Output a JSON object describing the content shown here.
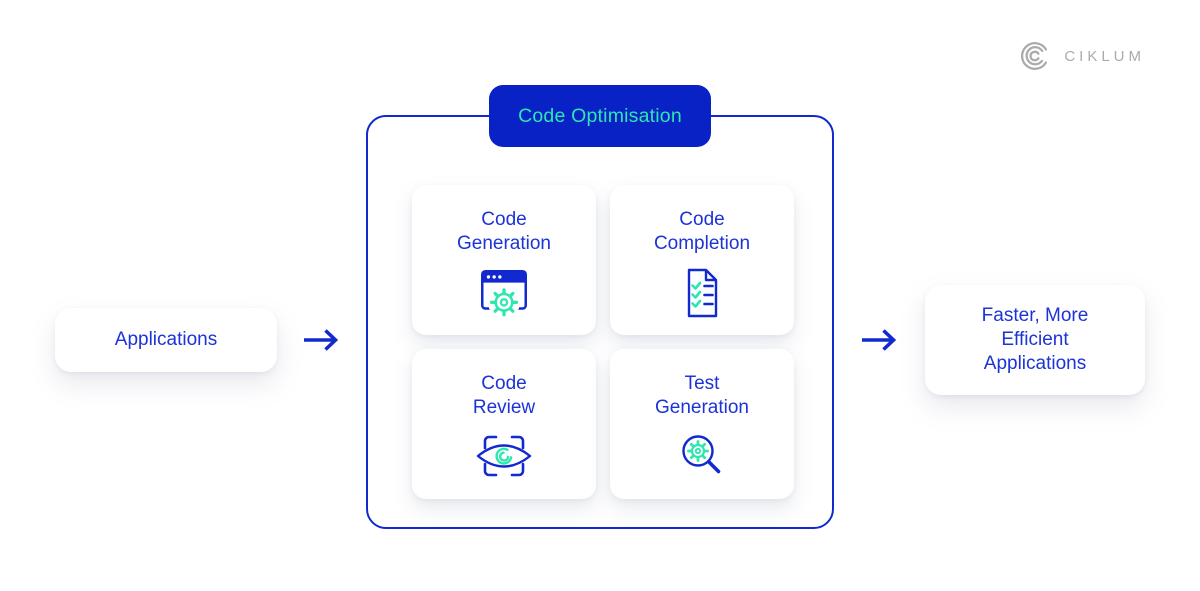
{
  "brand": {
    "name": "CIKLUM"
  },
  "colors": {
    "primary_blue": "#1129CF",
    "deep_blue": "#0822C6",
    "teal": "#2EE6AF",
    "text_blue": "#1C33D6",
    "logo_gray": "#ABABAD"
  },
  "flow": {
    "input_card": {
      "label": "Applications"
    },
    "process": {
      "title": "Code Optimisation",
      "cards": [
        {
          "title": "Code\nGeneration",
          "icon": "browser-gear-icon"
        },
        {
          "title": "Code\nCompletion",
          "icon": "document-checklist-icon"
        },
        {
          "title": "Code\nReview",
          "icon": "eye-scan-icon"
        },
        {
          "title": "Test\nGeneration",
          "icon": "magnifier-gear-icon"
        }
      ]
    },
    "output_card": {
      "label": "Faster, More\nEfficient\nApplications"
    }
  }
}
